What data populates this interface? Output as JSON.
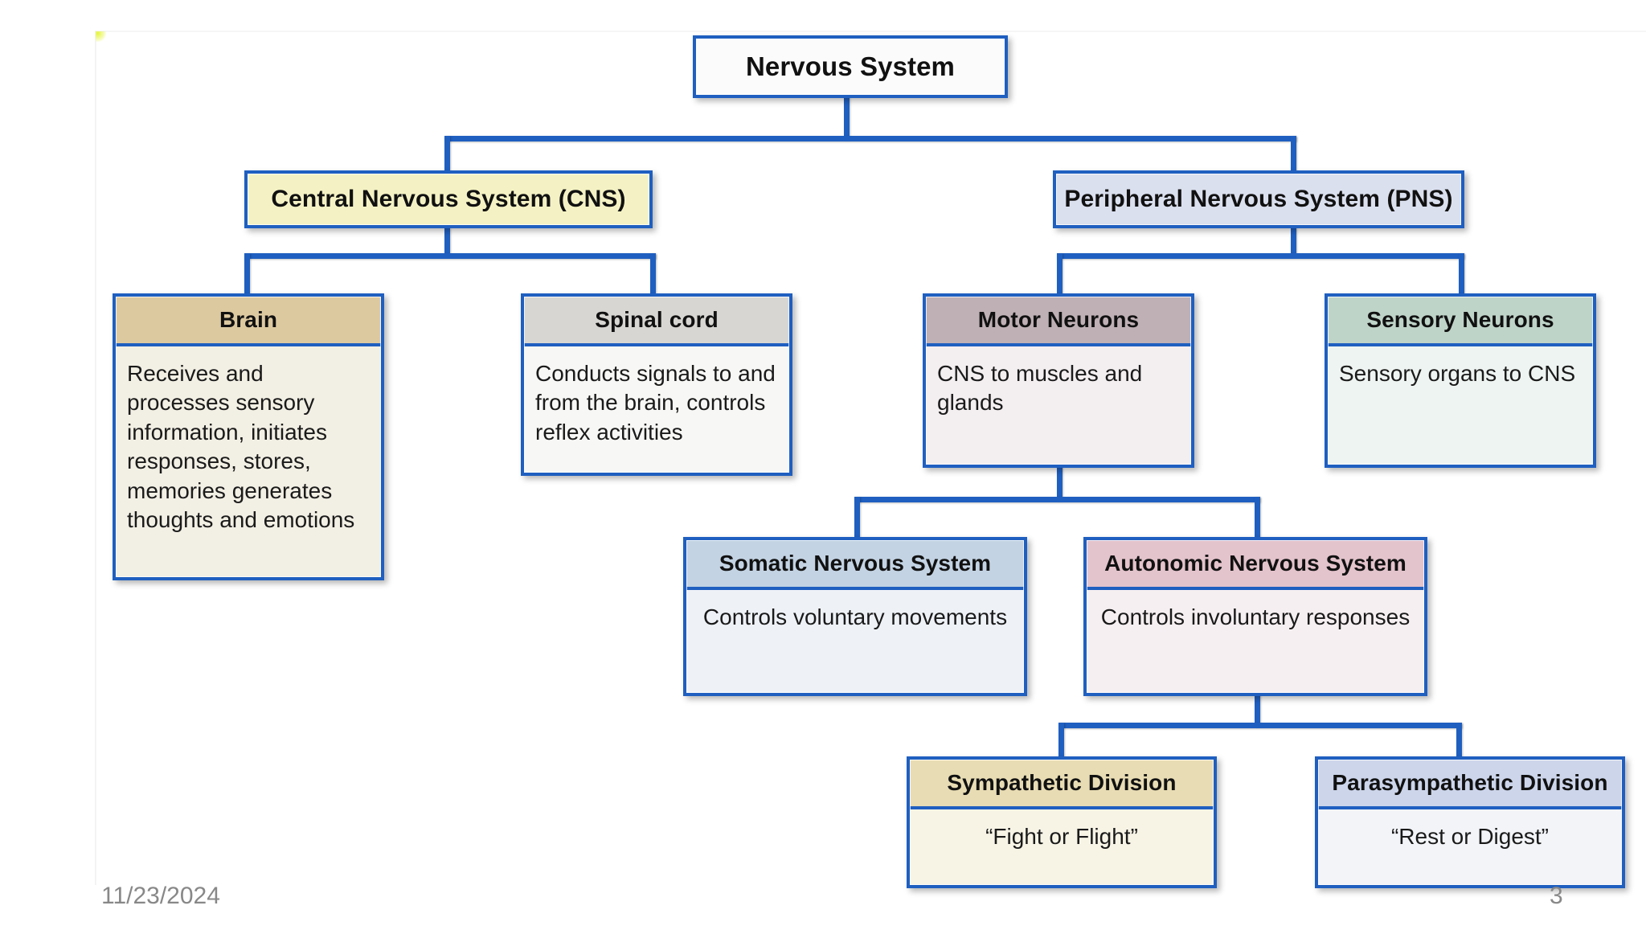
{
  "slide": {
    "footer_date": "11/23/2024",
    "page_number": "3"
  },
  "colors": {
    "connector": "#1F5FC0",
    "border": "#1F5FC0",
    "root_fill": "#fbfbfb",
    "cns_fill": "#f4f2c4",
    "pns_fill": "#dbe0ef",
    "brain_header": "#ddc9a0",
    "brain_body": "#f2efe4",
    "spinal_header": "#d8d6d2",
    "spinal_body": "#f7f7f5",
    "motor_header": "#bfb0b5",
    "motor_body": "#f3eef0",
    "sensory_header": "#bfd4c9",
    "sensory_body": "#eef4f1",
    "somatic_header": "#c3d3e3",
    "somatic_body": "#eef2f7",
    "autonomic_header": "#e3c3cc",
    "autonomic_body": "#f6eff1",
    "sympathetic_header": "#e8dcb4",
    "sympathetic_body": "#f7f4e6",
    "parasympathetic_header": "#ccd5ea",
    "parasympathetic_body": "#f2f4f8"
  },
  "chart_data": {
    "type": "tree-diagram",
    "title": "Nervous System",
    "orientation": "top-down",
    "levels": 5,
    "nodes": [
      {
        "id": "nervous-system",
        "label": "Nervous System",
        "description": "",
        "level": 0,
        "parent": null
      },
      {
        "id": "cns",
        "label": "Central Nervous System (CNS)",
        "description": "",
        "level": 1,
        "parent": "nervous-system"
      },
      {
        "id": "pns",
        "label": "Peripheral Nervous System (PNS)",
        "description": "",
        "level": 1,
        "parent": "nervous-system"
      },
      {
        "id": "brain",
        "label": "Brain",
        "description": "Receives and processes sensory information, initiates responses, stores, memories generates thoughts and emotions",
        "level": 2,
        "parent": "cns"
      },
      {
        "id": "spinal-cord",
        "label": "Spinal cord",
        "description": "Conducts signals to and from the brain, controls reflex activities",
        "level": 2,
        "parent": "cns"
      },
      {
        "id": "motor-neurons",
        "label": "Motor Neurons",
        "description": "CNS to muscles and glands",
        "level": 2,
        "parent": "pns"
      },
      {
        "id": "sensory-neurons",
        "label": "Sensory Neurons",
        "description": "Sensory organs to CNS",
        "level": 2,
        "parent": "pns"
      },
      {
        "id": "somatic",
        "label": "Somatic Nervous System",
        "description": "Controls voluntary movements",
        "level": 3,
        "parent": "motor-neurons"
      },
      {
        "id": "autonomic",
        "label": "Autonomic Nervous System",
        "description": "Controls involuntary responses",
        "level": 3,
        "parent": "motor-neurons"
      },
      {
        "id": "sympathetic",
        "label": "Sympathetic Division",
        "description": "“Fight or Flight”",
        "level": 4,
        "parent": "autonomic"
      },
      {
        "id": "parasympathetic",
        "label": "Parasympathetic Division",
        "description": "“Rest or Digest”",
        "level": 4,
        "parent": "autonomic"
      }
    ]
  },
  "nodes": {
    "root": {
      "label": "Nervous System"
    },
    "cns": {
      "label": "Central Nervous System (CNS)"
    },
    "pns": {
      "label": "Peripheral Nervous System (PNS)"
    },
    "brain": {
      "label": "Brain",
      "body": "Receives and processes sensory information, initiates responses, stores, memories generates thoughts and emotions"
    },
    "spinal_cord": {
      "label": "Spinal cord",
      "body": "Conducts signals to and from the brain, controls reflex activities"
    },
    "motor_neurons": {
      "label": "Motor Neurons",
      "body": "CNS to muscles and glands"
    },
    "sensory_neurons": {
      "label": "Sensory Neurons",
      "body": "Sensory organs to CNS"
    },
    "somatic": {
      "label": "Somatic Nervous System",
      "body": "Controls voluntary movements"
    },
    "autonomic": {
      "label": "Autonomic Nervous System",
      "body": "Controls involuntary responses"
    },
    "sympathetic": {
      "label": "Sympathetic Division",
      "body": "“Fight or Flight”"
    },
    "parasympathetic": {
      "label": "Parasympathetic Division",
      "body": "“Rest or Digest”"
    }
  }
}
